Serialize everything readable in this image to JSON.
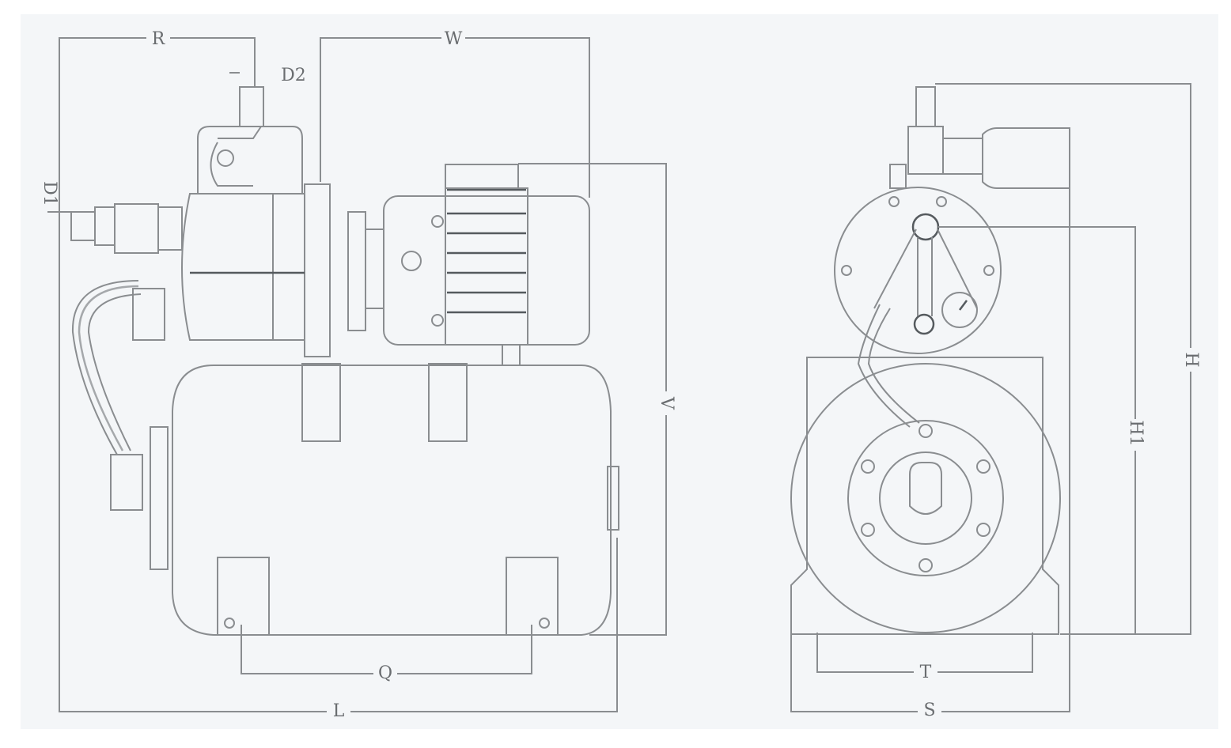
{
  "title": "Booster pump with pressure tank - dimension drawing",
  "side_view": {
    "dimensions": {
      "R": "R",
      "W": "W",
      "D2": "D2",
      "D1": "D1",
      "V": "V",
      "Q": "Q",
      "L": "L"
    }
  },
  "front_view": {
    "dimensions": {
      "H": "H",
      "H1": "H1",
      "T": "T",
      "S": "S"
    }
  },
  "colors": {
    "line": "#8a8d90",
    "background": "#f4f6f8"
  }
}
